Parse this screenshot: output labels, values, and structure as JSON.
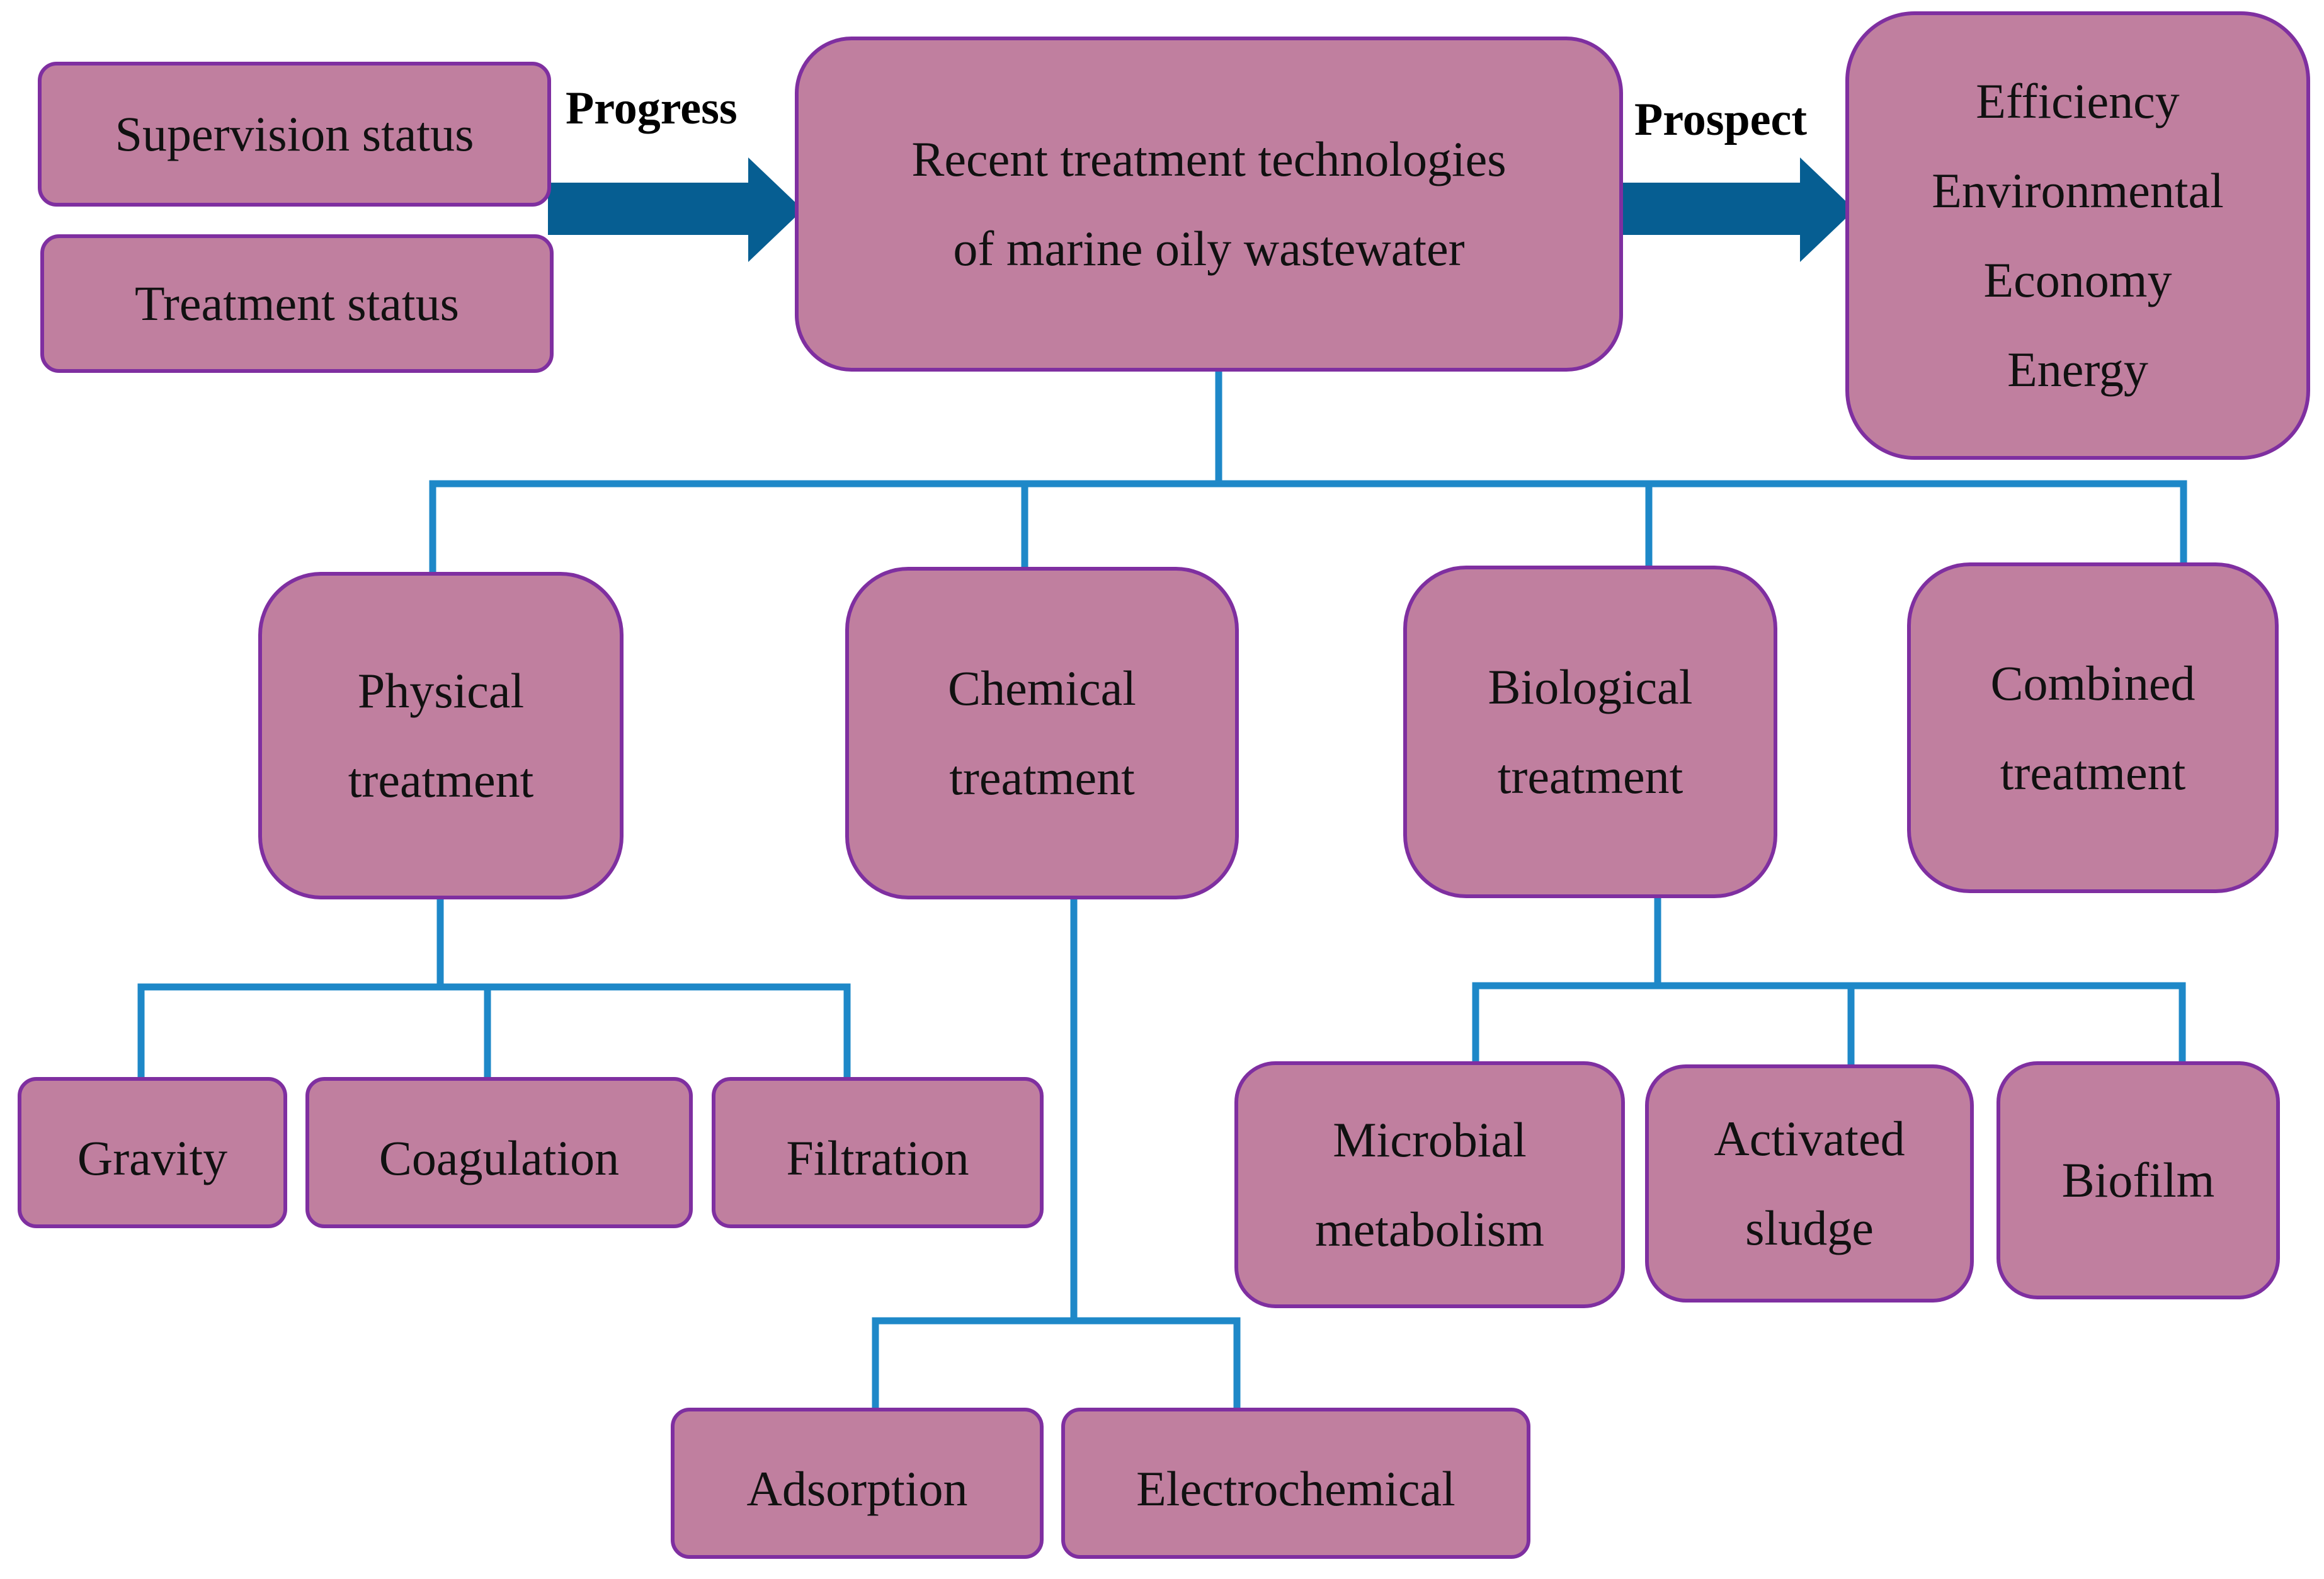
{
  "status": {
    "supervision": "Supervision status",
    "treatment": "Treatment status"
  },
  "edges": {
    "progress": "Progress",
    "prospect": "Prospect"
  },
  "center": {
    "line1": "Recent treatment technologies",
    "line2": "of marine oily wastewater"
  },
  "outcomes": [
    "Efficiency",
    "Environmental",
    "Economy",
    "Energy"
  ],
  "categories": {
    "physical": [
      "Physical",
      "treatment"
    ],
    "chemical": [
      "Chemical",
      "treatment"
    ],
    "biological": [
      "Biological",
      "treatment"
    ],
    "combined": [
      "Combined",
      "treatment"
    ]
  },
  "physical_methods": [
    "Gravity",
    "Coagulation",
    "Filtration"
  ],
  "chemical_methods": [
    "Adsorption",
    "Electrochemical"
  ],
  "biological_methods": {
    "microbial": [
      "Microbial",
      "metabolism"
    ],
    "activated": [
      "Activated",
      "sludge"
    ],
    "biofilm": "Biofilm"
  },
  "colors": {
    "box_fill": "#c07f9f",
    "box_border": "#7f2fa0",
    "connector": "#1e88c8",
    "arrow": "#065e92"
  }
}
